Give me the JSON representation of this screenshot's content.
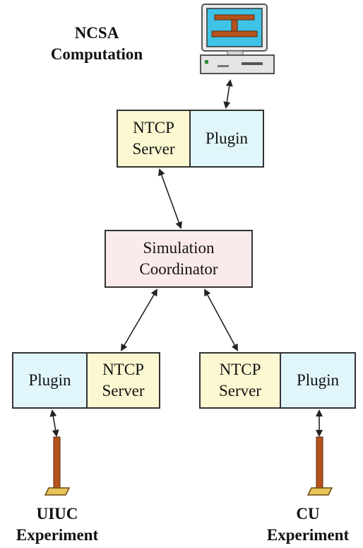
{
  "labels": {
    "ncsa": "NCSA\nComputation",
    "uiuc": "UIUC\nExperiment",
    "cu": "CU\nExperiment"
  },
  "boxes": {
    "top_ntcp_server": "NTCP\nServer",
    "top_plugin": "Plugin",
    "coordinator": "Simulation\nCoordinator",
    "left_plugin": "Plugin",
    "left_ntcp_server": "NTCP\nServer",
    "right_ntcp_server": "NTCP\nServer",
    "right_plugin": "Plugin"
  },
  "icons": {
    "computer": "desktop-computer-icon",
    "specimen": "test-specimen-column-icon"
  },
  "colors": {
    "ntcp_server_fill": "#fbf8d2",
    "plugin_fill": "#e1f6fa",
    "coordinator_fill": "#fbeaea",
    "specimen_column": "#b5531e",
    "monitor_screen": "#3ec3e6"
  }
}
